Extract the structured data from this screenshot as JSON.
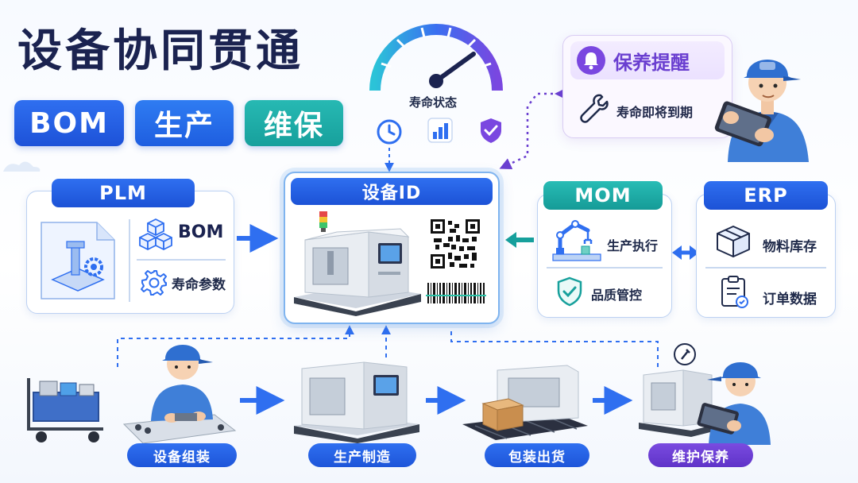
{
  "title": "设备协同贯通",
  "tags": [
    "BOM",
    "生产",
    "维保"
  ],
  "gauge": {
    "label": "寿命状态"
  },
  "reminder": {
    "title": "保养提醒",
    "subtitle": "寿命即将到期"
  },
  "plm": {
    "title": "PLM",
    "items": [
      "BOM",
      "寿命参数"
    ]
  },
  "device": {
    "title": "设备ID"
  },
  "mom": {
    "title": "MOM",
    "items": [
      "生产执行",
      "品质管控"
    ]
  },
  "erp": {
    "title": "ERP",
    "items": [
      "物料库存",
      "订单数据"
    ]
  },
  "stages": [
    "设备组装",
    "生产制造",
    "包装出货",
    "维护保养"
  ],
  "colors": {
    "blue": "#1d55d9",
    "teal": "#17a09c",
    "purple": "#6a3fd0",
    "navy": "#1b2350"
  },
  "icons": [
    "gauge-icon",
    "clock-icon",
    "bar-chart-icon",
    "shield-check-icon",
    "bell-icon",
    "wrench-icon",
    "cube-icon",
    "gear-icon",
    "robot-arm-icon",
    "box-icon",
    "clipboard-icon",
    "qr-code-icon",
    "barcode-icon"
  ]
}
